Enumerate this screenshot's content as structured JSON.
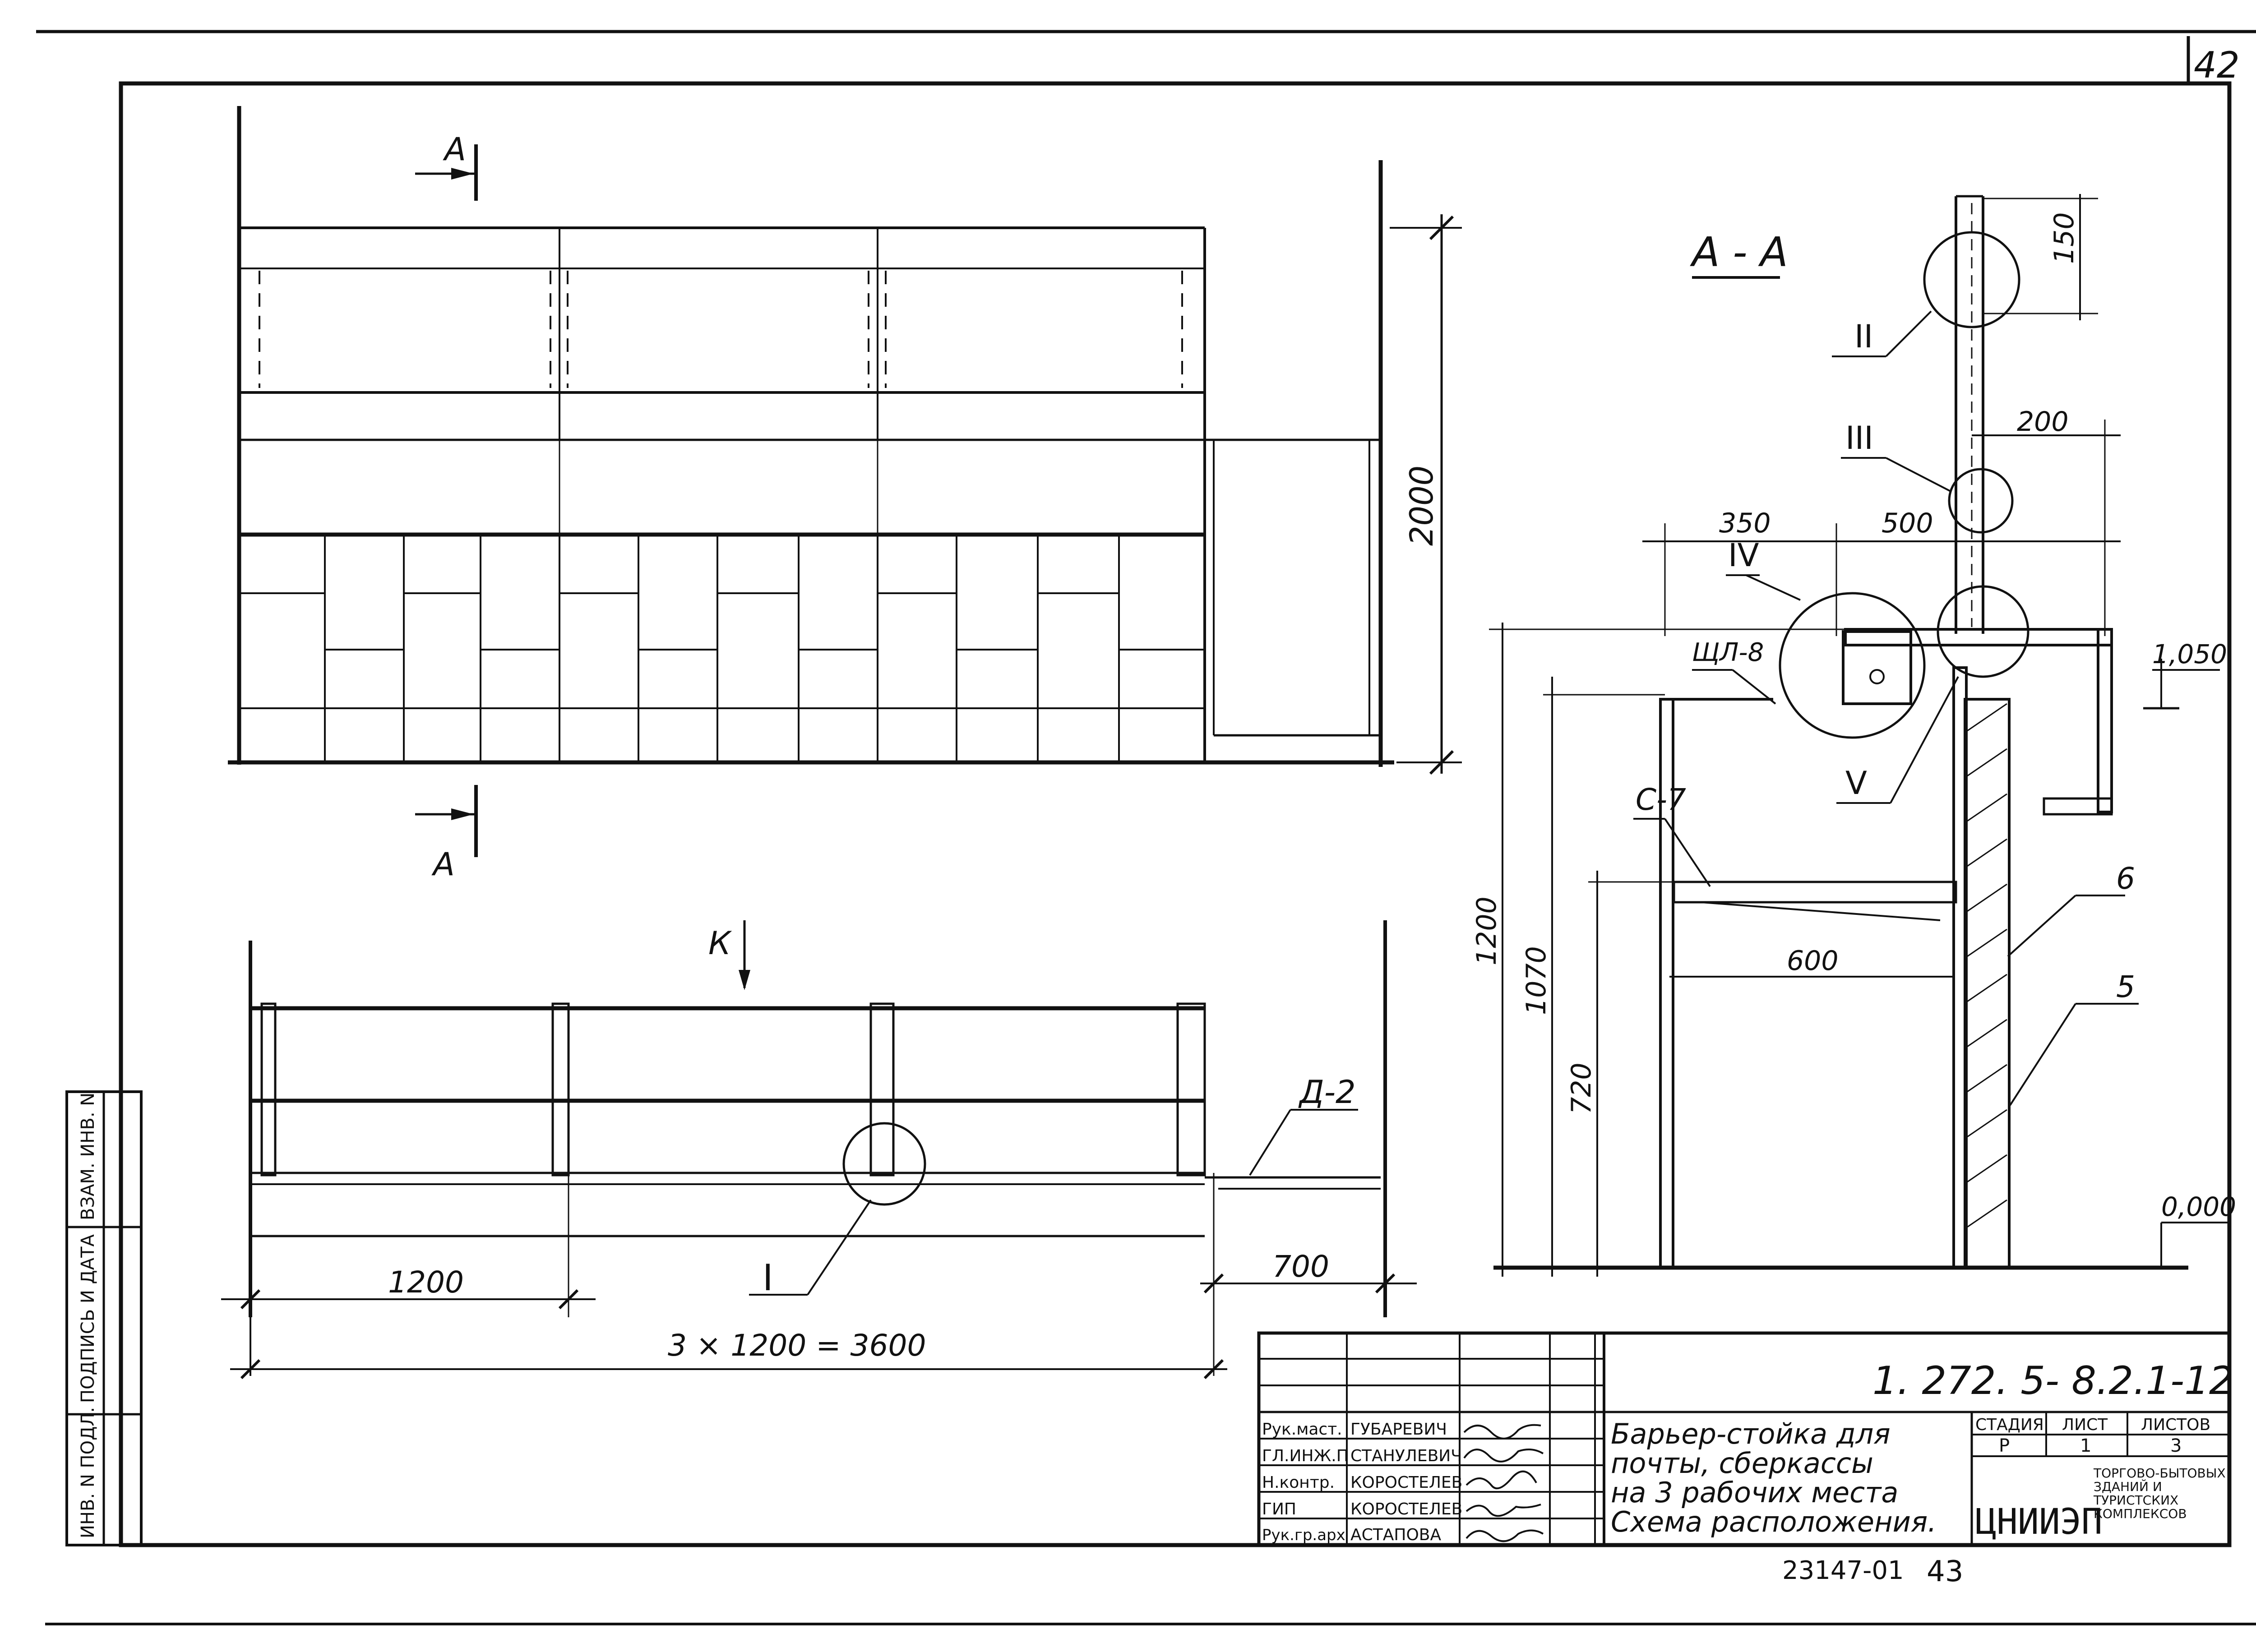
{
  "sheet": {
    "page_number": "42",
    "bottom_code": "23147-01",
    "bottom_page": "43"
  },
  "views": {
    "section_mark_top": "А",
    "section_mark_bottom": "А",
    "section_title": "А - А",
    "view_arrow": "К",
    "plan_callout": "Д-2",
    "detail_I": "I",
    "detail_II": "II",
    "detail_III": "III",
    "detail_IV": "IV",
    "detail_V": "V",
    "part_shl": "ЩЛ-8",
    "part_c": "С-7",
    "part_6": "6",
    "part_5": "5"
  },
  "dimensions": {
    "elev_height": "2000",
    "plan_bay": "1200",
    "plan_total": "3 × 1200 = 3600",
    "plan_ext": "700",
    "sec_150": "150",
    "sec_200": "200",
    "sec_350": "350",
    "sec_500": "500",
    "sec_600": "600",
    "sec_1200": "1200",
    "sec_1070": "1070",
    "sec_720": "720",
    "level_top": "1,050",
    "level_zero": "0,000"
  },
  "side_stamp": {
    "inv_podl": "ИНВ. N ПОДЛ.",
    "podpis": "ПОДПИСЬ И ДАТА",
    "vzam": "ВЗАМ. ИНВ. N"
  },
  "title_block": {
    "doc_code": "1. 272. 5- 8.2.1-12",
    "title_lines": [
      "Барьер-стойка для",
      "почты, сберкассы",
      "на 3 рабочих места",
      "Схема расположения."
    ],
    "stage_header": "СТАДИЯ",
    "sheet_header": "ЛИСТ",
    "sheets_header": "ЛИСТОВ",
    "stage": "Р",
    "sheet": "1",
    "sheets": "3",
    "org_logo": "ЦНИИЭП",
    "org_lines": [
      "ТОРГОВО-БЫТОВЫХ",
      "ЗДАНИЙ И",
      "ТУРИСТСКИХ",
      "КОМПЛЕКСОВ"
    ],
    "people": [
      {
        "role": "Рук.маст.",
        "name": "ГУБАРЕВИЧ"
      },
      {
        "role": "ГЛ.ИНЖ.П",
        "name": "СТАНУЛЕВИЧ"
      },
      {
        "role": "Н.контр.",
        "name": "КОРОСТЕЛЕВ"
      },
      {
        "role": "ГИП",
        "name": "КОРОСТЕЛЕВ"
      },
      {
        "role": "Рук.гр.арх",
        "name": "АСТАПОВА"
      }
    ]
  }
}
